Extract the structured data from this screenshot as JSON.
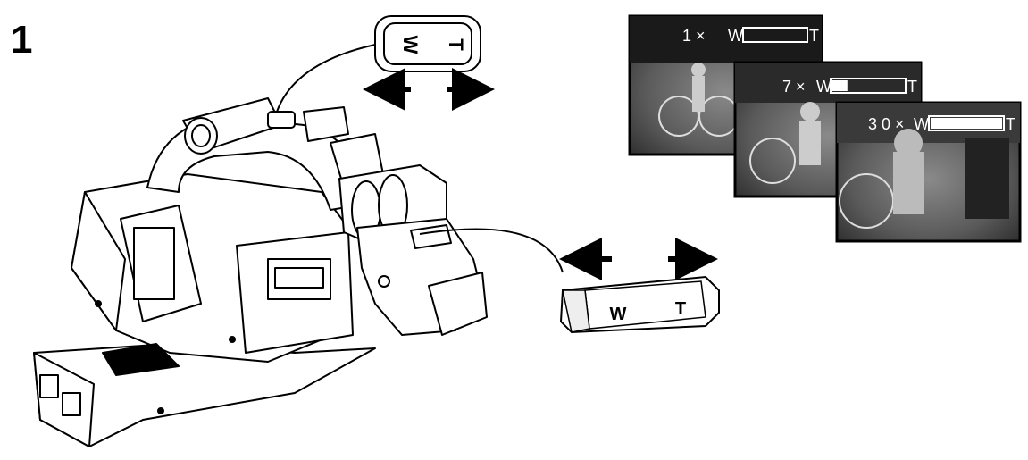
{
  "step_number": "1",
  "zoom_lever_top": {
    "wide_label": "W",
    "tele_label": "T"
  },
  "zoom_lever_handle": {
    "wide_label": "W",
    "tele_label": "T"
  },
  "zoom_frames": [
    {
      "magnification": "1 ×",
      "wide_label": "W",
      "tele_label": "T",
      "bar_fill": 0.0
    },
    {
      "magnification": "7 ×",
      "wide_label": "W",
      "tele_label": "T",
      "bar_fill": 0.21
    },
    {
      "magnification": "3 0 ×",
      "wide_label": "W",
      "tele_label": "T",
      "bar_fill": 1.0
    }
  ]
}
